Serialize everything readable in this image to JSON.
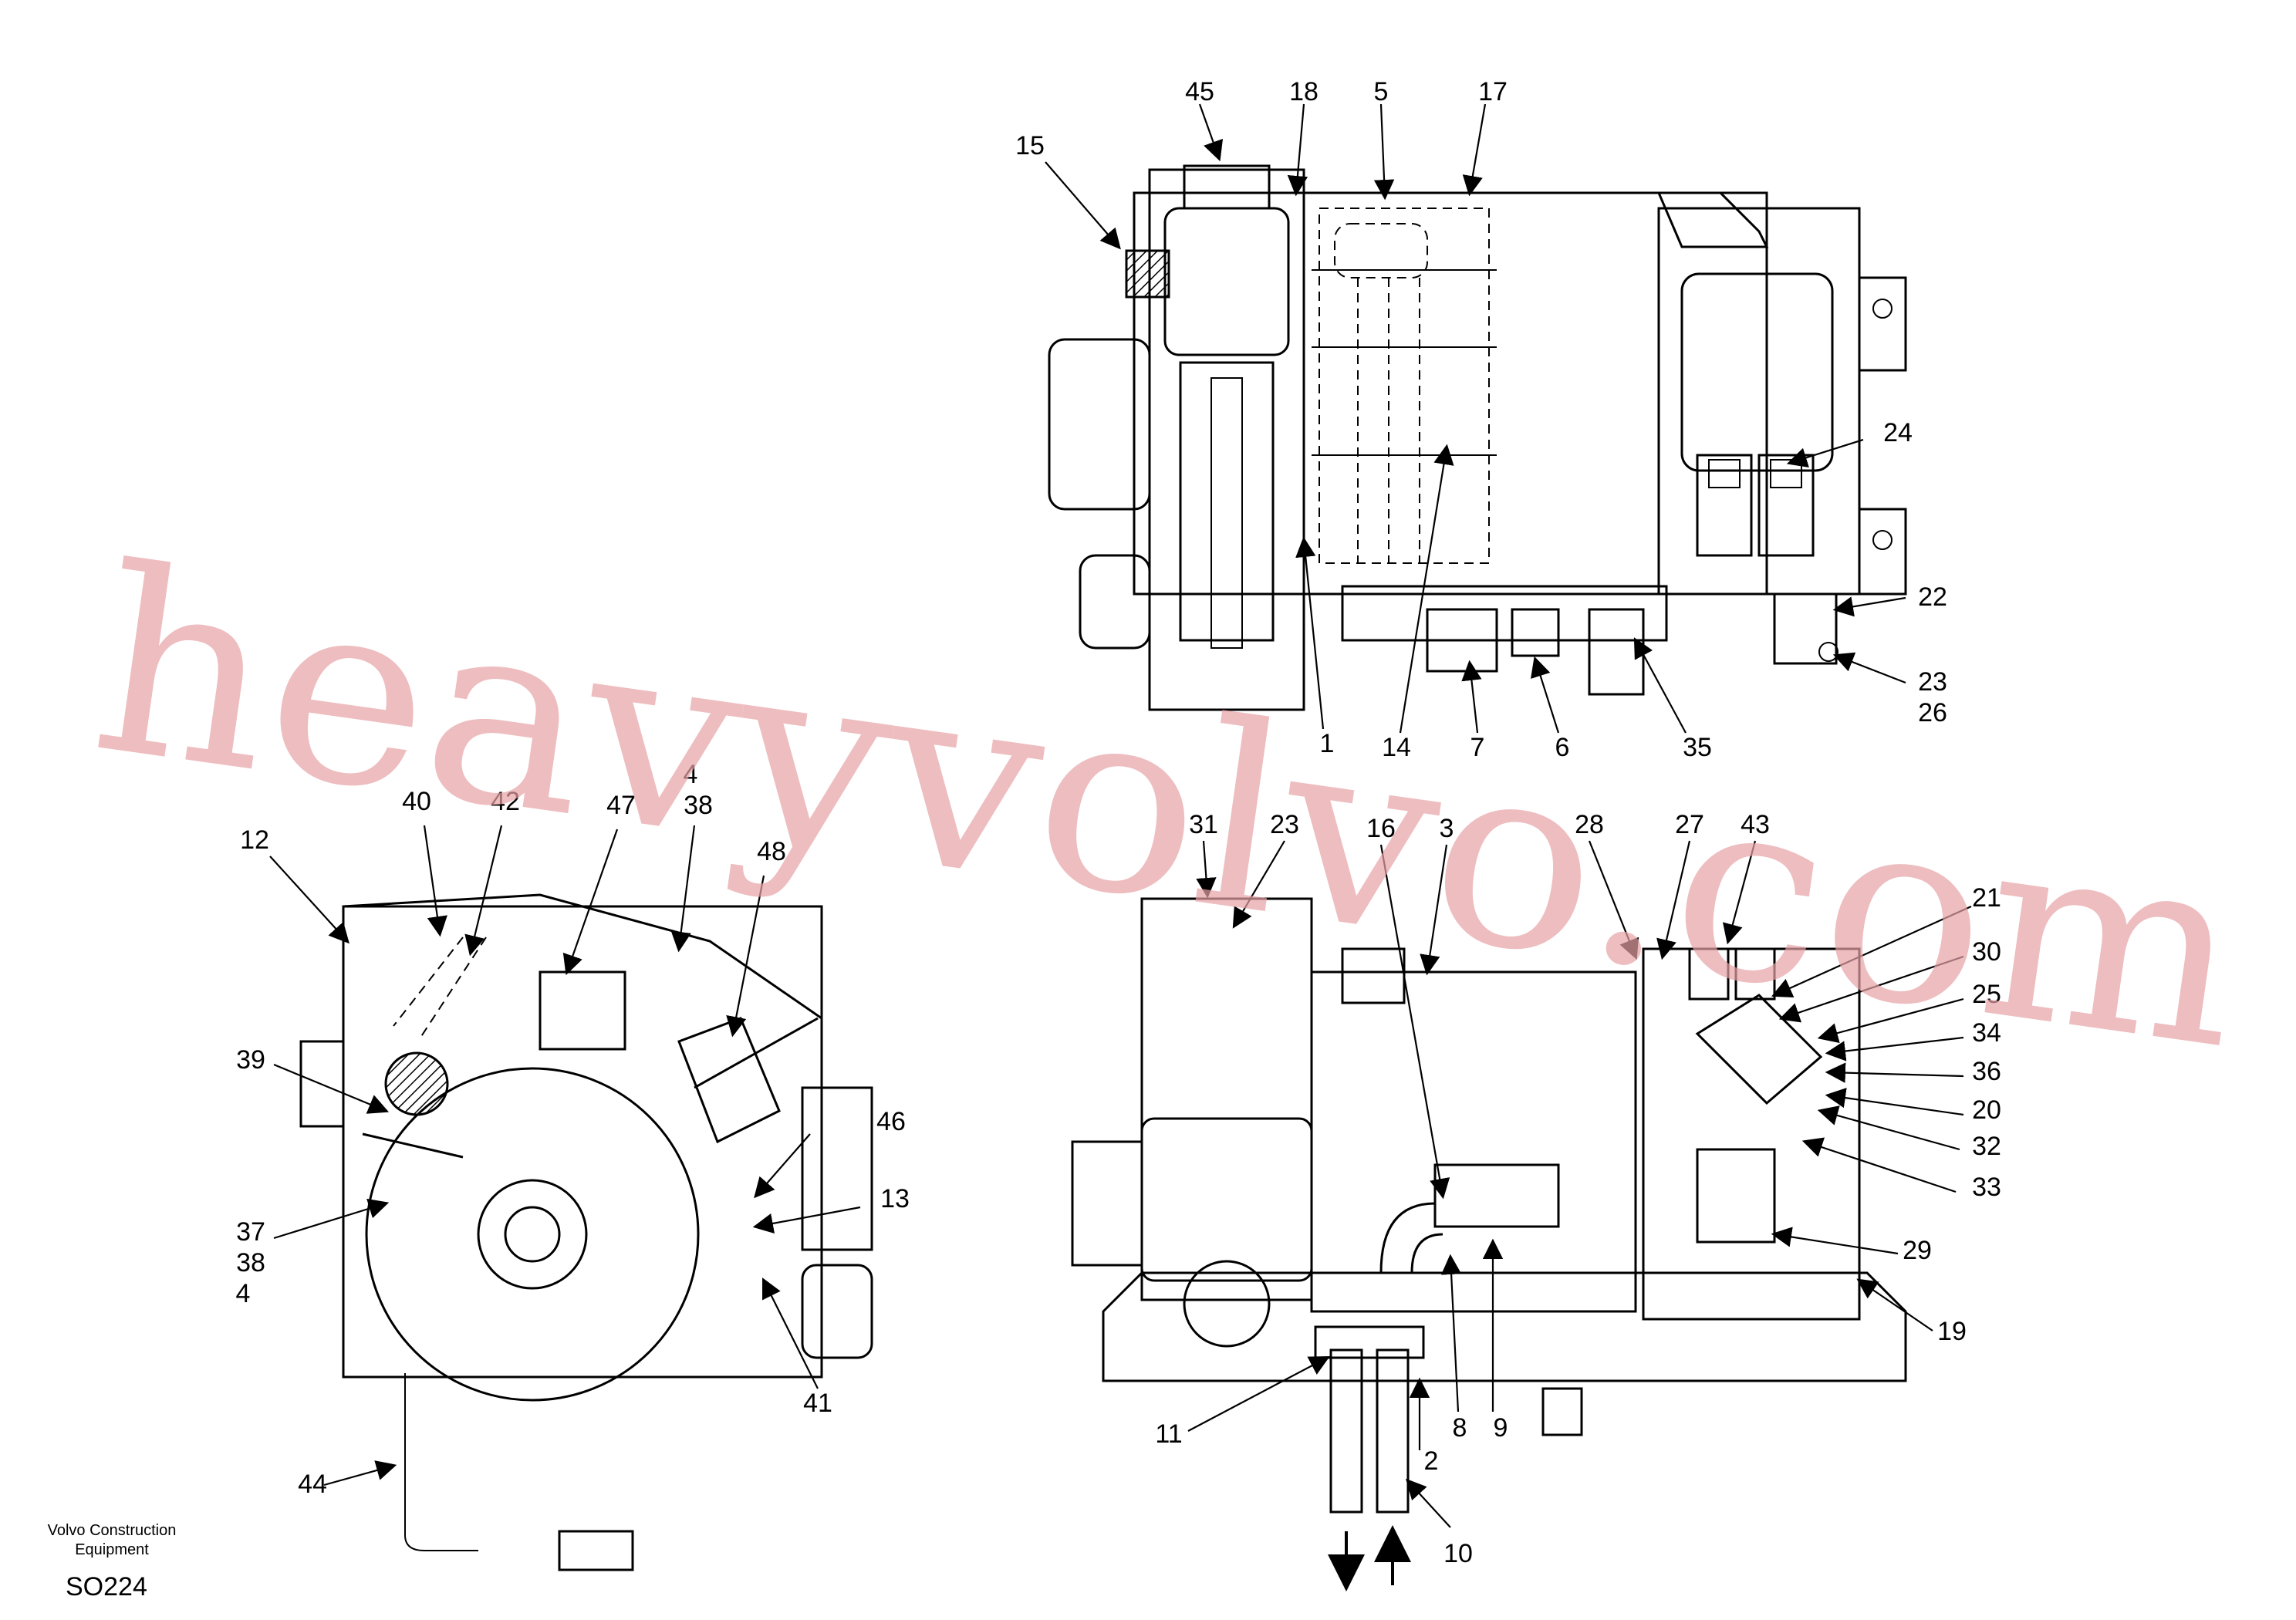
{
  "footer": {
    "company_line1": "Volvo Construction",
    "company_line2": "Equipment",
    "code": "SO224"
  },
  "watermark": "heavyvolvo.com",
  "callouts": {
    "top_view": [
      "45",
      "18",
      "5",
      "17",
      "15",
      "24",
      "22",
      "23",
      "26",
      "1",
      "14",
      "7",
      "6",
      "35"
    ],
    "left_view": [
      "40",
      "42",
      "47",
      "4",
      "38",
      "12",
      "48",
      "39",
      "46",
      "13",
      "37",
      "38",
      "4",
      "41",
      "44"
    ],
    "right_view": [
      "31",
      "23",
      "16",
      "3",
      "28",
      "27",
      "43",
      "21",
      "30",
      "25",
      "34",
      "36",
      "20",
      "32",
      "33",
      "29",
      "19",
      "11",
      "8",
      "9",
      "2",
      "10"
    ]
  }
}
